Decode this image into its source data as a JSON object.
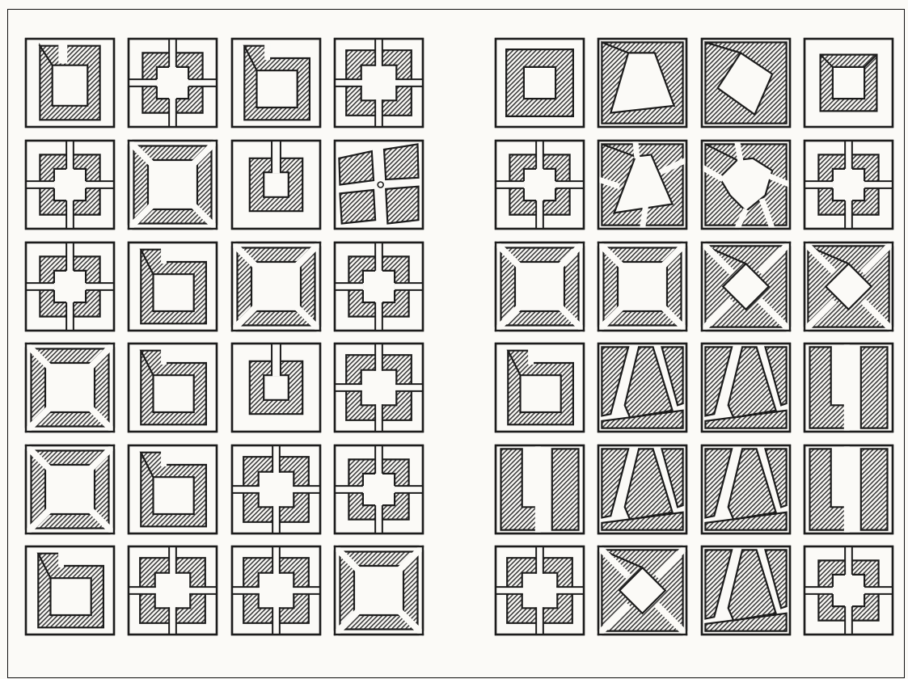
{
  "figure": {
    "background_color": "#fbfaf7",
    "ink_color": "#1c1c1c",
    "hatch_color": "#3a3a3a",
    "panels": [
      {
        "name": "left-panel",
        "rows": [
          [
            "notch-top",
            "square-four-stubs",
            "l-shape",
            "cross-cut"
          ],
          [
            "square-four-stubs",
            "chamfered-corners",
            "square-top-stub",
            "irregular-blocks"
          ],
          [
            "square-four-stubs",
            "l-shape",
            "chamfered-corners",
            "square-four-stubs"
          ],
          [
            "chamfered-corners",
            "l-shape",
            "square-top-stub",
            "cross-cut"
          ],
          [
            "chamfered-corners",
            "l-shape",
            "cross-cut",
            "square-four-stubs"
          ],
          [
            "l-shape",
            "cross-cut",
            "cross-cut",
            "chamfered-corners"
          ]
        ]
      },
      {
        "name": "right-panel",
        "rows": [
          [
            "rough-square",
            "trapezoid",
            "rhombus",
            "inner-bevel-square"
          ],
          [
            "square-four-stubs",
            "star-triangle",
            "star-six",
            "square-four-stubs"
          ],
          [
            "chamfered-corners",
            "chamfered-corners",
            "star-x",
            "star-x"
          ],
          [
            "l-shape",
            "diagonal-strips",
            "diagonal-strips",
            "vertical-strips"
          ],
          [
            "vertical-strips",
            "diagonal-strips",
            "diagonal-strips",
            "vertical-strips"
          ],
          [
            "cross-cut",
            "star-x",
            "diagonal-strips",
            "square-four-stubs"
          ]
        ]
      }
    ]
  }
}
